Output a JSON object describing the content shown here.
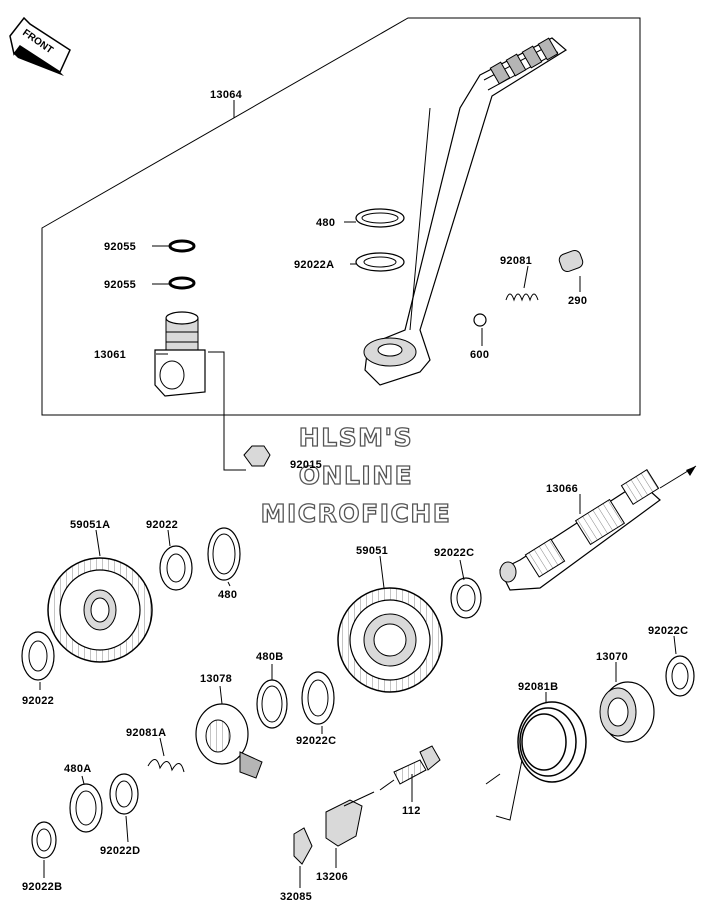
{
  "front_tag": "FRONT",
  "watermark": [
    "HLSM'S",
    "ONLINE",
    "MICROFICHE"
  ],
  "callouts": [
    {
      "id": "13064",
      "text": "13064"
    },
    {
      "id": "480_top",
      "text": "480"
    },
    {
      "id": "92022A",
      "text": "92022A"
    },
    {
      "id": "92055_a",
      "text": "92055"
    },
    {
      "id": "92055_b",
      "text": "92055"
    },
    {
      "id": "92081",
      "text": "92081"
    },
    {
      "id": "290",
      "text": "290"
    },
    {
      "id": "600",
      "text": "600"
    },
    {
      "id": "13061",
      "text": "13061"
    },
    {
      "id": "92015",
      "text": "92015"
    },
    {
      "id": "13066",
      "text": "13066"
    },
    {
      "id": "59051A",
      "text": "59051A"
    },
    {
      "id": "92022_top",
      "text": "92022"
    },
    {
      "id": "480_mid",
      "text": "480"
    },
    {
      "id": "59051",
      "text": "59051"
    },
    {
      "id": "92022C_a",
      "text": "92022C"
    },
    {
      "id": "92022C_b",
      "text": "92022C"
    },
    {
      "id": "92022_left",
      "text": "92022"
    },
    {
      "id": "13078",
      "text": "13078"
    },
    {
      "id": "480B",
      "text": "480B"
    },
    {
      "id": "92022C_c",
      "text": "92022C"
    },
    {
      "id": "13070",
      "text": "13070"
    },
    {
      "id": "92081B",
      "text": "92081B"
    },
    {
      "id": "92081A",
      "text": "92081A"
    },
    {
      "id": "480A",
      "text": "480A"
    },
    {
      "id": "92022D",
      "text": "92022D"
    },
    {
      "id": "112",
      "text": "112"
    },
    {
      "id": "13206",
      "text": "13206"
    },
    {
      "id": "92022B",
      "text": "92022B"
    },
    {
      "id": "32085",
      "text": "32085"
    }
  ]
}
